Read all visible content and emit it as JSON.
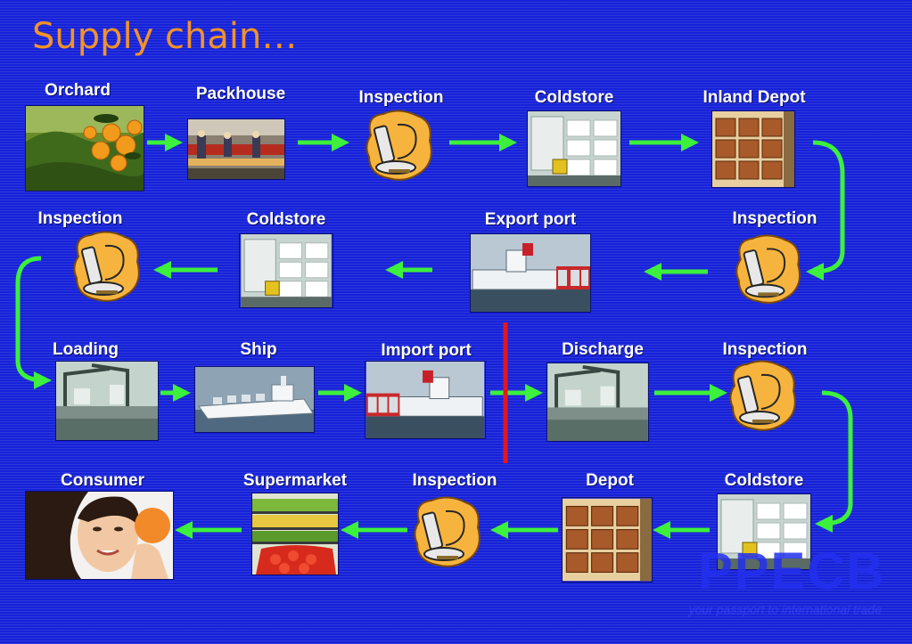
{
  "title": "Supply chain…",
  "steps": [
    {
      "label": "Orchard"
    },
    {
      "label": "Packhouse"
    },
    {
      "label": "Inspection"
    },
    {
      "label": "Coldstore"
    },
    {
      "label": "Inland Depot"
    },
    {
      "label": "Inspection"
    },
    {
      "label": "Export port"
    },
    {
      "label": "Coldstore"
    },
    {
      "label": "Inspection"
    },
    {
      "label": "Loading"
    },
    {
      "label": "Ship"
    },
    {
      "label": "Import port"
    },
    {
      "label": "Discharge"
    },
    {
      "label": "Inspection"
    },
    {
      "label": "Coldstore"
    },
    {
      "label": "Depot"
    },
    {
      "label": "Inspection"
    },
    {
      "label": "Supermarket"
    },
    {
      "label": "Consumer"
    }
  ],
  "watermark": {
    "text": "PPECB",
    "tagline": "your passport to international trade"
  },
  "colors": {
    "background": "#1622d8",
    "title": "#f2922a",
    "arrow": "#3cf03c",
    "divider": "#e8141a"
  }
}
